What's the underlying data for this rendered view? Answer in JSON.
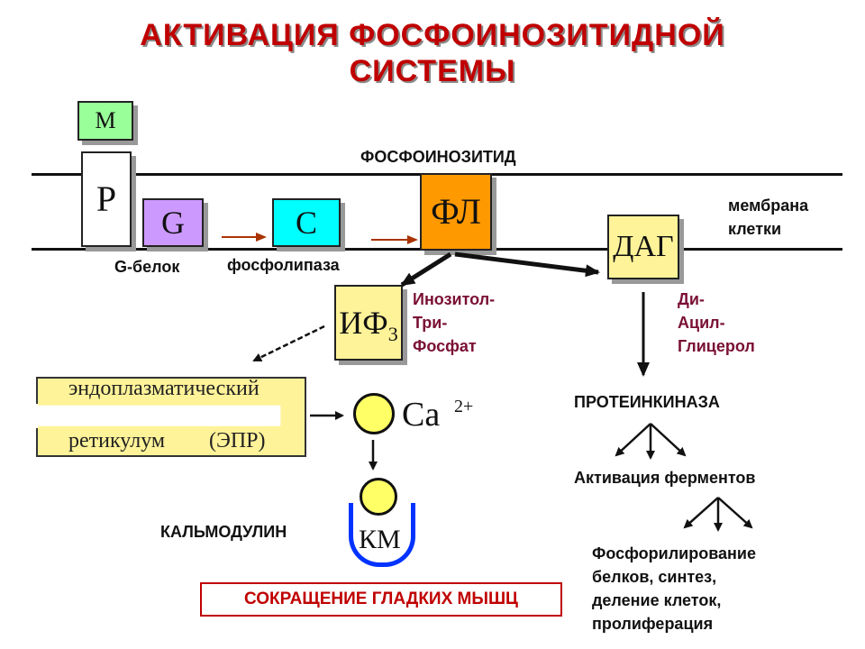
{
  "title": {
    "line1": "АКТИВАЦИЯ ФОСФОИНОЗИТИДНОЙ",
    "line2": "СИСТЕМЫ"
  },
  "boxes": {
    "m": "М",
    "p": "Р",
    "g": "G",
    "c": "С",
    "fl": "ФЛ",
    "dag": "ДАГ",
    "if_main": "ИФ",
    "if_sub": "3",
    "km": "КМ"
  },
  "labels": {
    "phosphoinositide": "ФОСФОИНОЗИТИД",
    "membrane_1": "мембрана",
    "membrane_2": "клетки",
    "g_protein": "G-белок",
    "phospholipase": "фосфолипаза",
    "ip3_1": "Инозитол-",
    "ip3_2": "Три-",
    "ip3_3": "Фосфат",
    "dag_1": "Ди-",
    "dag_2": "Ацил-",
    "dag_3": "Глицерол",
    "er_1": "эндоплазматический",
    "er_2": "ретикулум",
    "er_3": "(ЭПР)",
    "ca": "Ca",
    "ca_charge": "2+",
    "proteinkinase": "ПРОТЕИНКИНАЗА",
    "enzyme_activation": "Активация ферментов",
    "outcome_1": "Фосфорилирование",
    "outcome_2": "белков, синтез,",
    "outcome_3": "деление клеток,",
    "outcome_4": "пролиферация",
    "calmodulin": "КАЛЬМОДУЛИН",
    "result": "СОКРАЩЕНИЕ ГЛАДКИХ МЫШЦ"
  },
  "colors": {
    "title": "#c00000",
    "m_box": "#99ff99",
    "p_box": "#ffffff",
    "g_box": "#cc99ff",
    "c_box": "#00ffff",
    "fl_box": "#ff9900",
    "dag_box": "#fff399",
    "if_box": "#fff399",
    "er": "#fff399",
    "ca_circle": "#ffff66",
    "km_cup": "#0033ff",
    "result_border": "#c00000",
    "small_arrows": "#aa3300"
  }
}
